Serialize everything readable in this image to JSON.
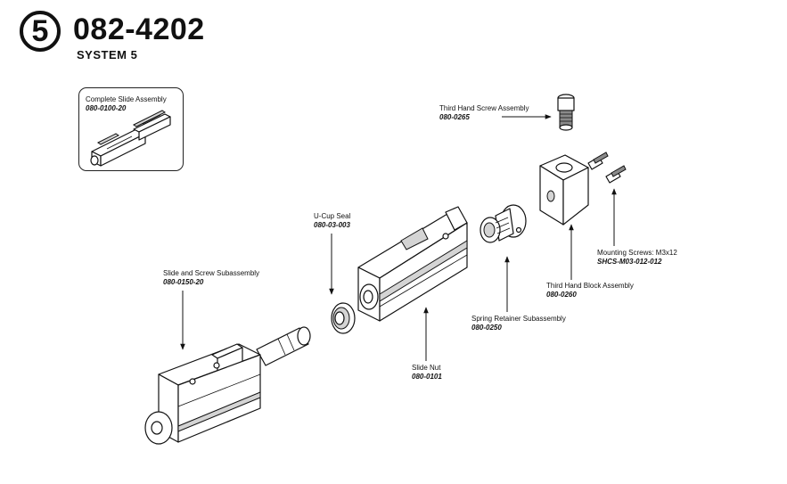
{
  "header": {
    "step_number": "5",
    "part_number": "082-4202",
    "system_name": "SYSTEM 5"
  },
  "callouts": {
    "complete_slide_assembly": {
      "name": "Complete Slide Assembly",
      "part_number": "080-0100-20"
    },
    "third_hand_screw_assembly": {
      "name": "Third Hand Screw Assembly",
      "part_number": "080-0265"
    },
    "u_cup_seal": {
      "name": "U-Cup Seal",
      "part_number": "080-03-003"
    },
    "mounting_screws": {
      "name": "Mounting Screws: M3x12",
      "part_number": "SHCS-M03-012-012"
    },
    "slide_and_screw_subassembly": {
      "name": "Slide and Screw Subassembly",
      "part_number": "080-0150-20"
    },
    "third_hand_block_assembly": {
      "name": "Third Hand Block Assembly",
      "part_number": "080-0260"
    },
    "spring_retainer_subassembly": {
      "name": "Spring Retainer Subassembly",
      "part_number": "080-0250"
    },
    "slide_nut": {
      "name": "Slide Nut",
      "part_number": "080-0101"
    }
  }
}
